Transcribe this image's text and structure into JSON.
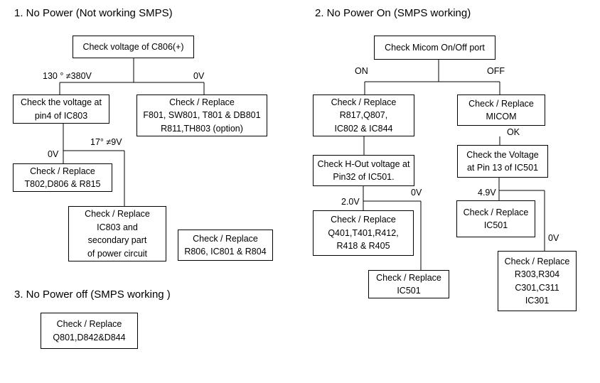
{
  "sections": {
    "s1": "1. No Power (Not working SMPS)",
    "s2": "2. No Power On (SMPS working)",
    "s3": "3. No Power off (SMPS working )"
  },
  "flow1": {
    "check_c806": "Check voltage of C806(+)",
    "label_130_380": "130 ° ≠380V",
    "label_0v_top": "0V",
    "check_pin4": [
      "Check the voltage at",
      "pin4 of IC803"
    ],
    "replace_f801": [
      "Check  /  Replace",
      "F801, SW801, T801 & DB801",
      "R811,TH803 (option)"
    ],
    "label_0v_mid": "0V",
    "label_17_19": "17° ≠9V",
    "replace_t802": [
      "Check / Replace",
      "T802,D806 & R815"
    ],
    "replace_ic803": [
      "Check / Replace",
      "IC803 and",
      "secondary part",
      "of power circuit"
    ],
    "replace_r806": [
      "Check / Replace",
      "R806, IC801 & R804"
    ]
  },
  "flow2": {
    "check_micom": "Check Micom On/Off port",
    "label_on": "ON",
    "label_off": "OFF",
    "replace_r817": [
      "Check / Replace",
      "R817,Q807,",
      "IC802 & IC844"
    ],
    "replace_micom": [
      "Check  /  Replace",
      "MICOM"
    ],
    "label_ok": "OK",
    "check_hout": [
      "Check H-Out voltage at",
      "Pin32 of IC501."
    ],
    "check_pin13": [
      "Check  the Voltage",
      "at Pin 13 of IC501"
    ],
    "label_2v": "2.0V",
    "label_0v_hout": "0V",
    "label_4_9v": "4.9V",
    "label_0v_pin13": "0V",
    "replace_q401": [
      "Check / Replace",
      "Q401,T401,R412,",
      "R418 & R405"
    ],
    "replace_ic501_left": [
      "Check / Replace",
      "IC501"
    ],
    "replace_ic501_right": [
      "Check / Replace",
      "IC501"
    ],
    "replace_r303": [
      "Check / Replace",
      "R303,R304",
      "C301,C311",
      "IC301"
    ]
  },
  "flow3": {
    "replace_q801": [
      "Check  /  Replace",
      "Q801,D842&D844"
    ]
  }
}
